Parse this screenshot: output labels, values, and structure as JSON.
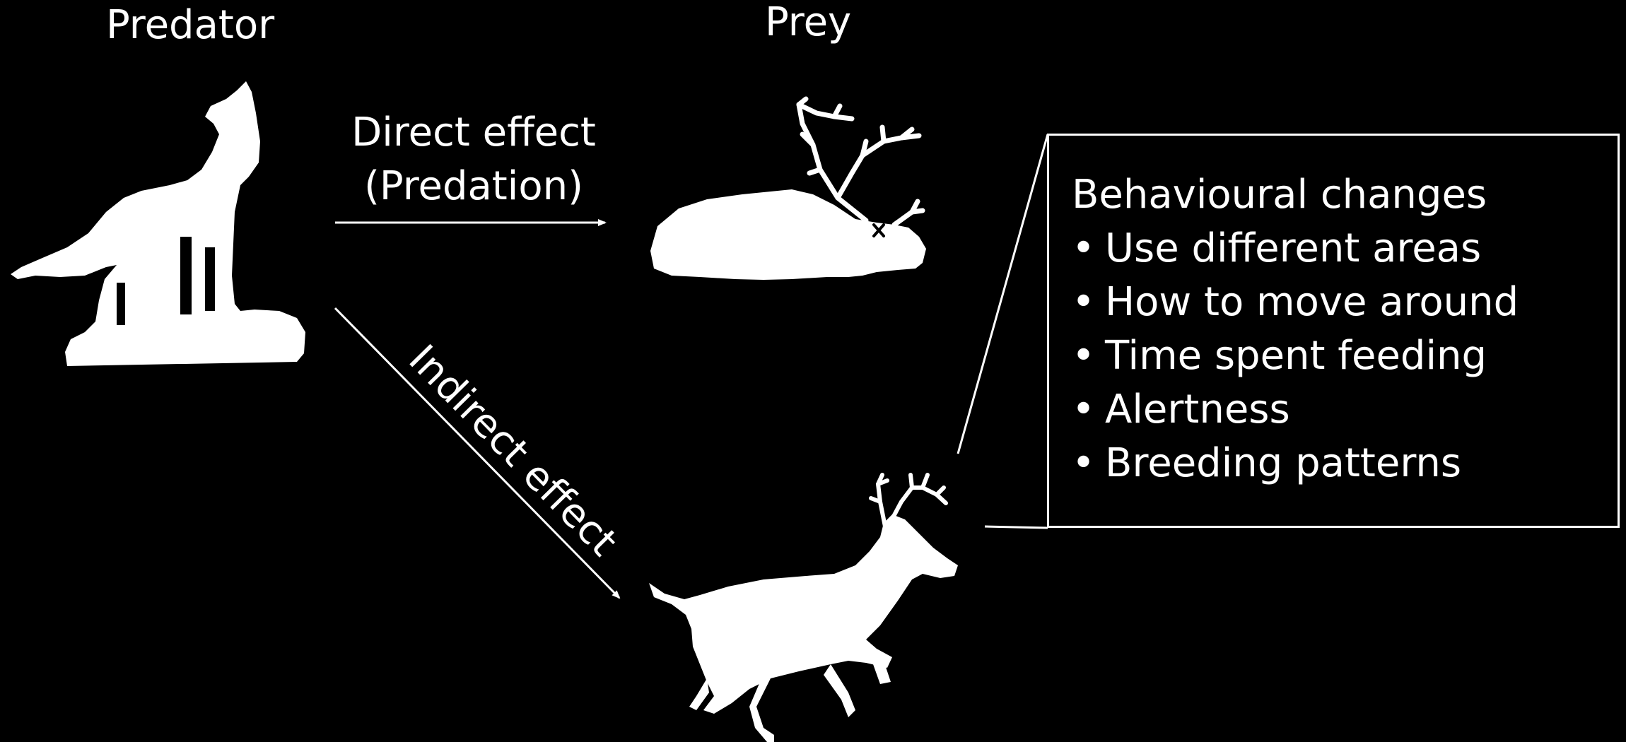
{
  "predator": {
    "title": "Predator"
  },
  "prey": {
    "title": "Prey"
  },
  "direct_effect": {
    "line1": "Direct effect",
    "line2": "(Predation)"
  },
  "indirect_effect": {
    "label": "Indirect effect"
  },
  "behavioural_changes": {
    "title": "Behavioural changes",
    "items": [
      "Use different areas",
      "How to move around",
      "Time spent feeding",
      "Alertness",
      "Breeding patterns"
    ]
  },
  "colors": {
    "background": "#000000",
    "foreground": "#ffffff"
  }
}
